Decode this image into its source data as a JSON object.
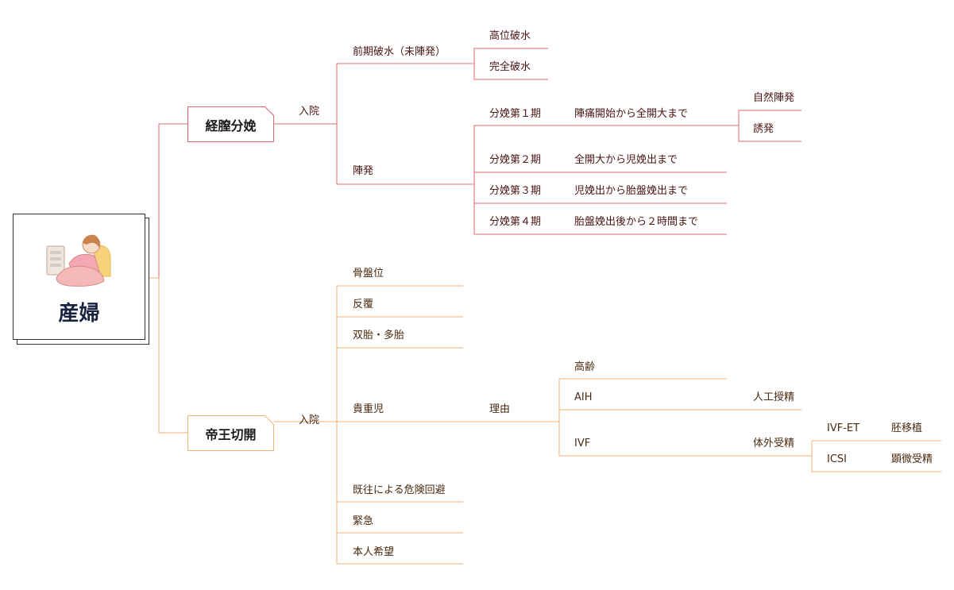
{
  "root": {
    "title": "産婦",
    "illustration": "woman-in-labor-icon"
  },
  "colors": {
    "red_branch": "#e06868",
    "orange_branch": "#f2b27a"
  },
  "branch_vaginal": {
    "title": "経膣分娩",
    "admission": "入院",
    "prom": {
      "label": "前期破水（未陣発）",
      "children": [
        "高位破水",
        "完全破水"
      ]
    },
    "onset": {
      "label": "陣発",
      "stages": [
        {
          "name": "分娩第１期",
          "desc": "陣痛開始から全開大まで",
          "children": [
            "自然陣発",
            "誘発"
          ]
        },
        {
          "name": "分娩第２期",
          "desc": "全開大から児娩出まで"
        },
        {
          "name": "分娩第３期",
          "desc": "児娩出から胎盤娩出まで"
        },
        {
          "name": "分娩第４期",
          "desc": "胎盤娩出後から２時間まで"
        }
      ]
    }
  },
  "branch_cesarean": {
    "title": "帝王切開",
    "admission": "入院",
    "indications": [
      "骨盤位",
      "反覆",
      "双胎・多胎",
      "貴重児",
      "既往による危険回避",
      "緊急",
      "本人希望"
    ],
    "precious_child": {
      "reason_label": "理由",
      "reasons": {
        "elderly": "高齢",
        "aih": {
          "label": "AIH",
          "method": "人工授精"
        },
        "ivf": {
          "label": "IVF",
          "method": "体外受精",
          "types": [
            {
              "label": "IVF-ET",
              "method": "胚移植"
            },
            {
              "label": "ICSI",
              "method": "顕微受精"
            }
          ]
        }
      }
    }
  }
}
